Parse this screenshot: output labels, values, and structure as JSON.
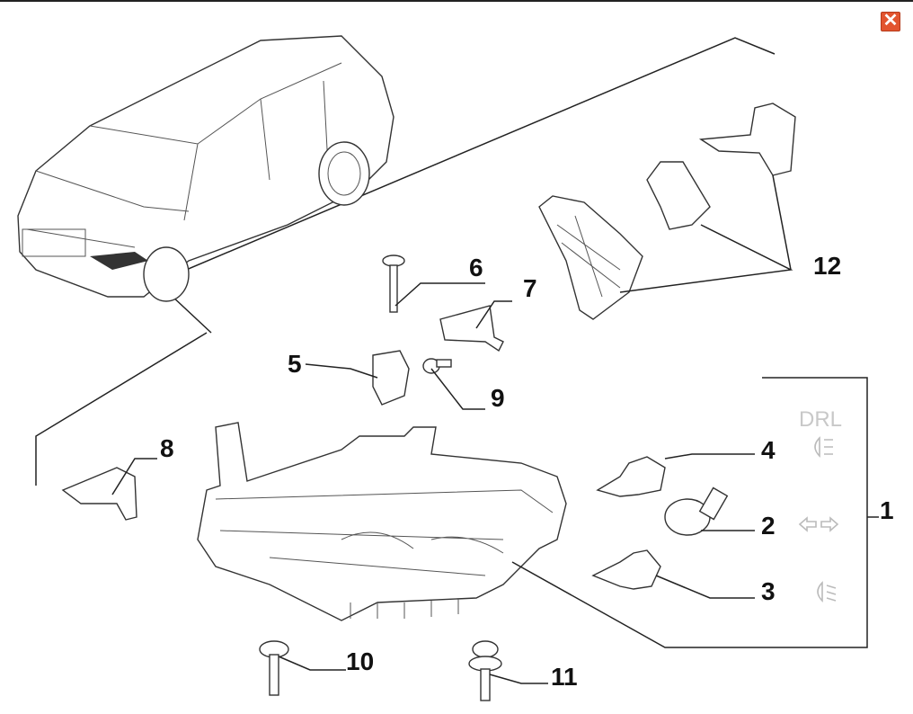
{
  "window": {
    "close_label": "✕"
  },
  "diagram": {
    "callouts": {
      "c1": "1",
      "c2": "2",
      "c3": "3",
      "c4": "4",
      "c5": "5",
      "c6": "6",
      "c7": "7",
      "c8": "8",
      "c9": "9",
      "c10": "10",
      "c11": "11",
      "c12": "12"
    },
    "function_symbols": {
      "drl": "DRL",
      "turn_signal_icon": "turn-signal-arrows-icon",
      "low_beam_icon": "low-beam-icon",
      "position_icon": "position-light-icon"
    }
  }
}
